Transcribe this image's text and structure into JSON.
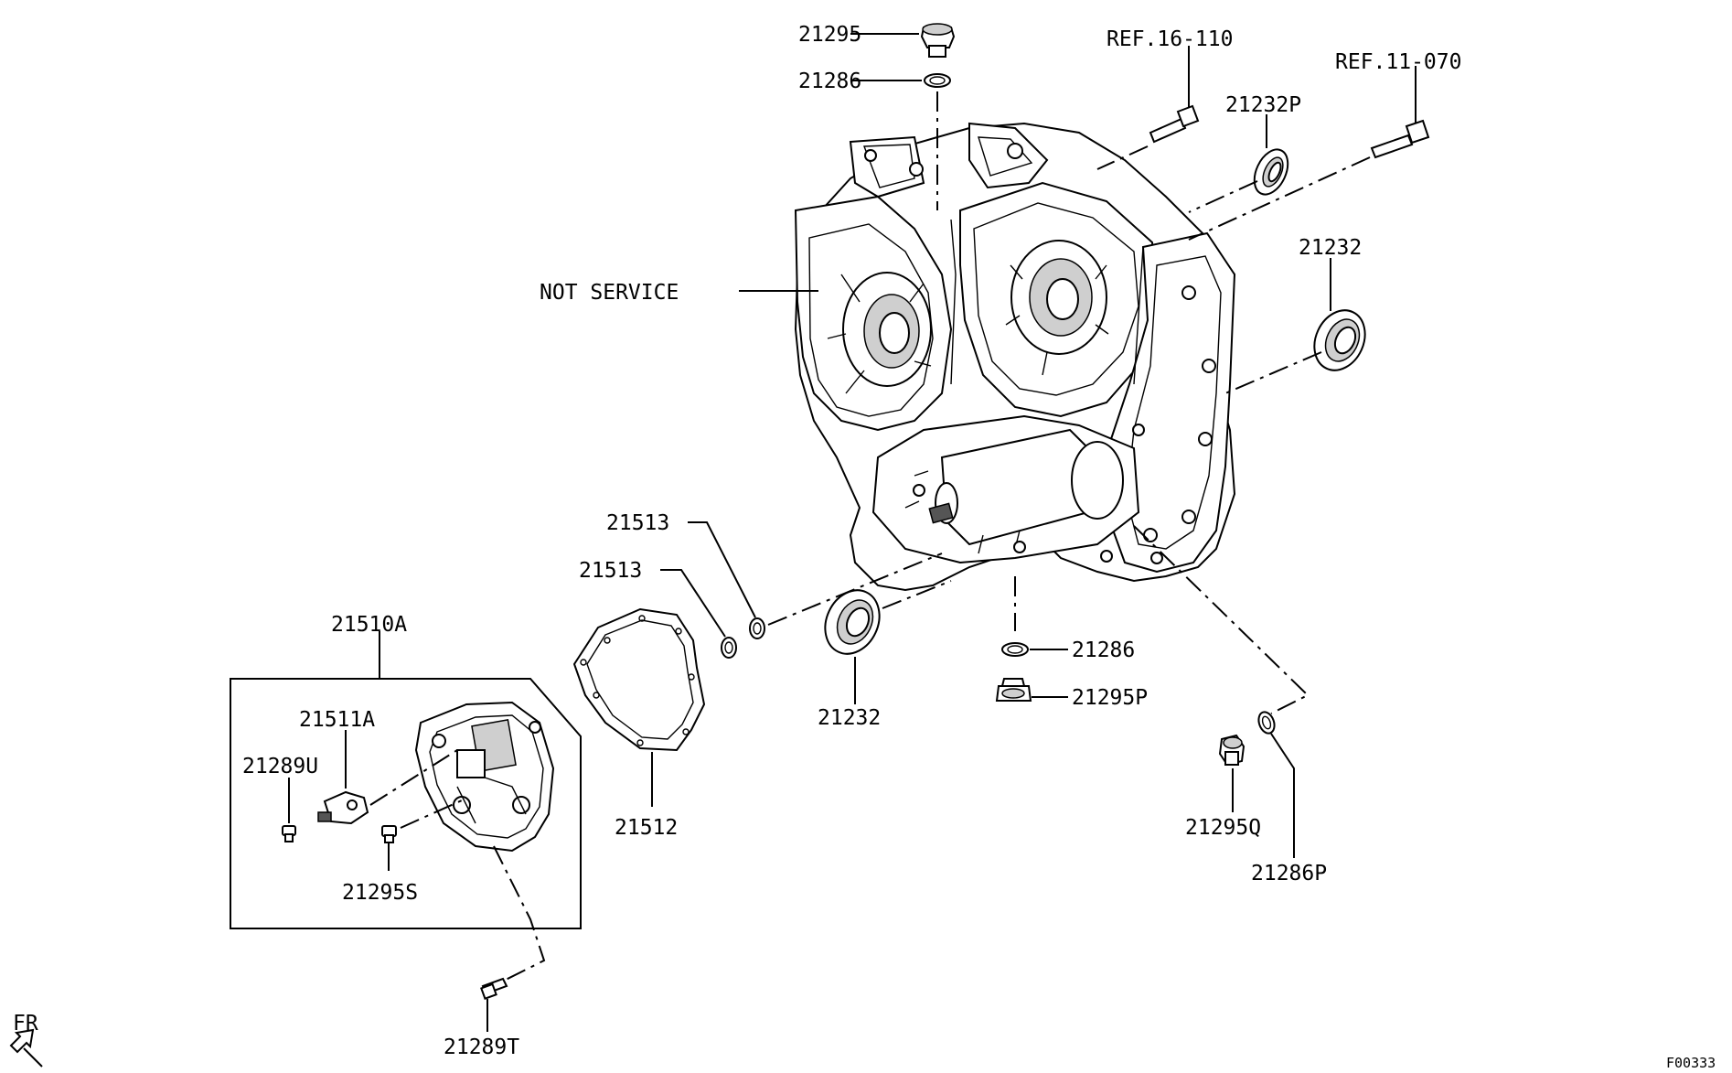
{
  "diagram": {
    "part_labels": {
      "p21295_top": "21295",
      "p21286_top": "21286",
      "ref_16_110": "REF.16-110",
      "ref_11_070": "REF.11-070",
      "p21232P": "21232P",
      "p21232_right": "21232",
      "not_service": "NOT SERVICE",
      "p21513_a": "21513",
      "p21513_b": "21513",
      "p21232_bottom": "21232",
      "p21286_mid": "21286",
      "p21295P": "21295P",
      "p21510A": "21510A",
      "p21511A": "21511A",
      "p21289U": "21289U",
      "p21512": "21512",
      "p21295S": "21295S",
      "p21295Q": "21295Q",
      "p21286P": "21286P",
      "p21289T": "21289T"
    },
    "direction_label": "FR",
    "figure_code": "F00333"
  }
}
